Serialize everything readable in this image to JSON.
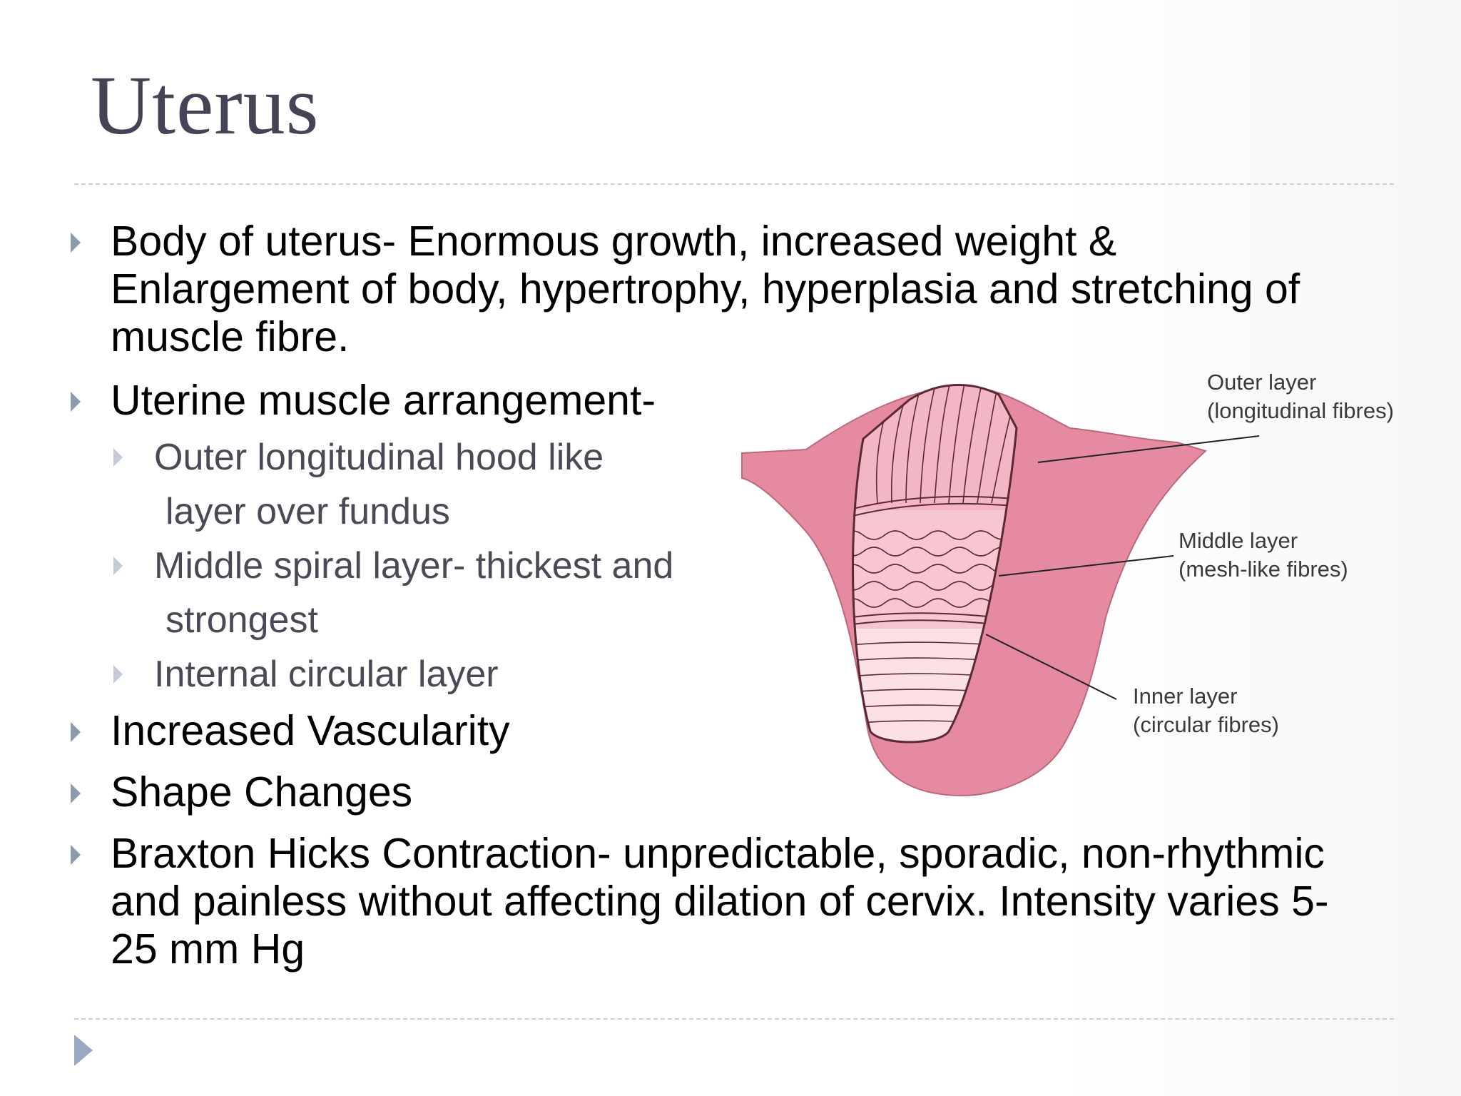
{
  "title": "Uterus",
  "bullets": {
    "b1": [
      "Body of uterus- Enormous growth, increased weight &",
      "Enlargement of body, hypertrophy, hyperplasia and stretching of",
      "muscle fibre."
    ],
    "b2": "Uterine muscle arrangement-",
    "sub": {
      "s1": [
        "Outer longitudinal hood like",
        "layer over fundus"
      ],
      "s2": [
        "Middle spiral layer- thickest and",
        "strongest"
      ],
      "s3": "Internal circular layer"
    },
    "b3": "Increased Vascularity",
    "b4": "Shape Changes",
    "b5": [
      "Braxton Hicks Contraction- unpredictable, sporadic, non-rhythmic",
      "and painless without affecting dilation of cervix. Intensity varies 5-",
      "25 mm Hg"
    ]
  },
  "diagram": {
    "outer": [
      "Outer layer",
      "(longitudinal fibres)"
    ],
    "middle": [
      "Middle layer",
      "(mesh-like fibres)"
    ],
    "inner": [
      "Inner layer",
      "(circular fibres)"
    ]
  },
  "colors": {
    "title": "#434556",
    "body_text": "#000000",
    "sub_text": "#4a4a56",
    "bullet_l1": "#8d9aab",
    "bullet_l2": "#c2cbd6",
    "rule": "#c9d0d8",
    "uterus_pink": "#e58aa0",
    "layer_pink": "#f7c3cf"
  },
  "icons": {
    "bullet": "right-triangle-icon",
    "footer": "right-triangle-icon"
  }
}
